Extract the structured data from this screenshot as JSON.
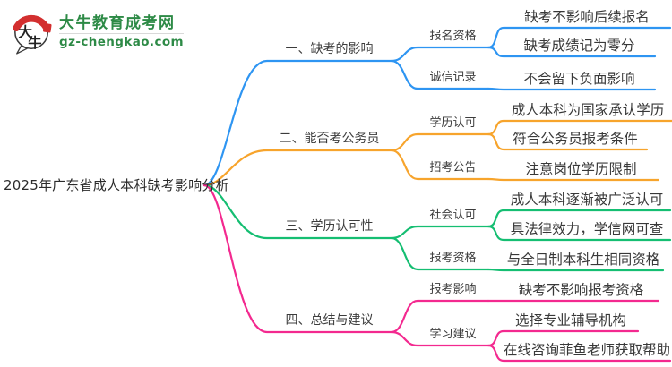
{
  "logo": {
    "title": "大牛教育成考网",
    "domain": "gz-chengkao.com",
    "icon_char_top": "大",
    "icon_char_bottom": "牛",
    "brand_green": "#2d8a46",
    "brand_red": "#d32f2f"
  },
  "root": {
    "label": "2025年广东省成人本科缺考影响分析"
  },
  "branches": [
    {
      "label": "一、缺考的影响",
      "color": "#2E95F2",
      "children": [
        {
          "label": "报名资格",
          "leaves": [
            "缺考不影响后续报名",
            "缺考成绩记为零分"
          ]
        },
        {
          "label": "诚信记录",
          "leaves": [
            "不会留下负面影响"
          ]
        }
      ]
    },
    {
      "label": "二、能否考公务员",
      "color": "#F7A42C",
      "children": [
        {
          "label": "学历认可",
          "leaves": [
            "成人本科为国家承认学历",
            "符合公务员报考条件"
          ]
        },
        {
          "label": "招考公告",
          "leaves": [
            "注意岗位学历限制"
          ]
        }
      ]
    },
    {
      "label": "三、学历认可性",
      "color": "#15BE72",
      "children": [
        {
          "label": "社会认可",
          "leaves": [
            "成人本科逐渐被广泛认可",
            "具法律效力，学信网可查"
          ]
        },
        {
          "label": "报考资格",
          "leaves": [
            "与全日制本科生相同资格"
          ]
        }
      ]
    },
    {
      "label": "四、总结与建议",
      "color": "#F3298F",
      "children": [
        {
          "label": "报考影响",
          "leaves": [
            "缺考不影响报考资格"
          ]
        },
        {
          "label": "学习建议",
          "leaves": [
            "选择专业辅导机构",
            "在线咨询菲鱼老师获取帮助"
          ]
        }
      ]
    }
  ]
}
